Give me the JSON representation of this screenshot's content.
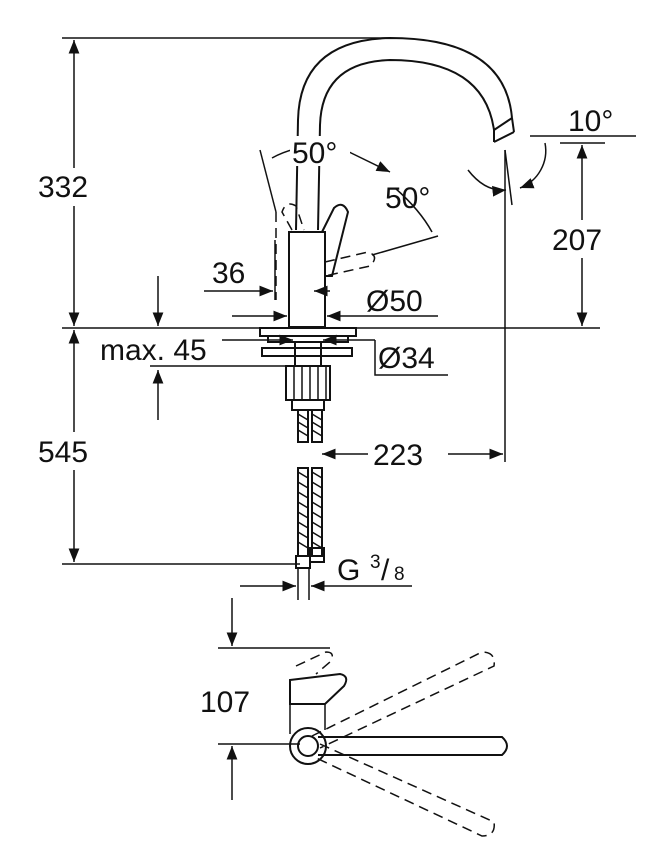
{
  "drawing": {
    "dimensions": {
      "total_height": "332",
      "under_counter": "545",
      "spout_height": "207",
      "reach": "223",
      "swivel_angle": "50°",
      "lever_angle": "50°",
      "spout_tilt": "10°",
      "handle_offset": "36",
      "base_diameter": "Ø50",
      "mount_diameter": "Ø34",
      "counter_thickness": "max. 45",
      "connection_thread": "G",
      "connection_fraction_num": "3",
      "connection_fraction_den": "8",
      "top_view_height": "107"
    }
  }
}
